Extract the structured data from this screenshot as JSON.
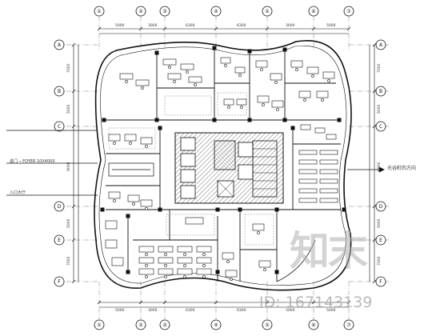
{
  "drawing": {
    "type": "floor-plan",
    "axis_bubbles_top": [
      "①",
      "②",
      "③",
      "④",
      "⑤",
      "⑥",
      "⑦"
    ],
    "axis_bubbles_bottom": [
      "①",
      "②",
      "③",
      "④",
      "⑤",
      "⑥",
      "⑦"
    ],
    "axis_bubbles_left": [
      "A",
      "B",
      "C",
      "D",
      "E",
      "F"
    ],
    "axis_bubbles_right": [
      "A",
      "B",
      "C",
      "D",
      "E",
      "F"
    ],
    "dimensions_top": [
      "5000",
      "3000",
      "6300",
      "6300",
      "3000",
      "5000"
    ],
    "dimensions_bottom": [
      "5000",
      "3000",
      "6300",
      "6300",
      "3000",
      "5000"
    ],
    "dimensions_left": [
      "7000",
      "5000",
      "9000",
      "5000",
      "7000"
    ],
    "dimensions_right": [
      "7000",
      "5000",
      "9000",
      "5000",
      "7000"
    ],
    "left_annotations": [
      "进门 ─ FOYER 10X4000",
      "入口大厅"
    ],
    "right_annotation": "光谷町的方向"
  },
  "watermark": {
    "logo_text": "知末",
    "id_text": "ID: 167143139"
  },
  "colors": {
    "line": "#111111",
    "hatch": "#555555",
    "watermark": "#a9a9a9"
  }
}
